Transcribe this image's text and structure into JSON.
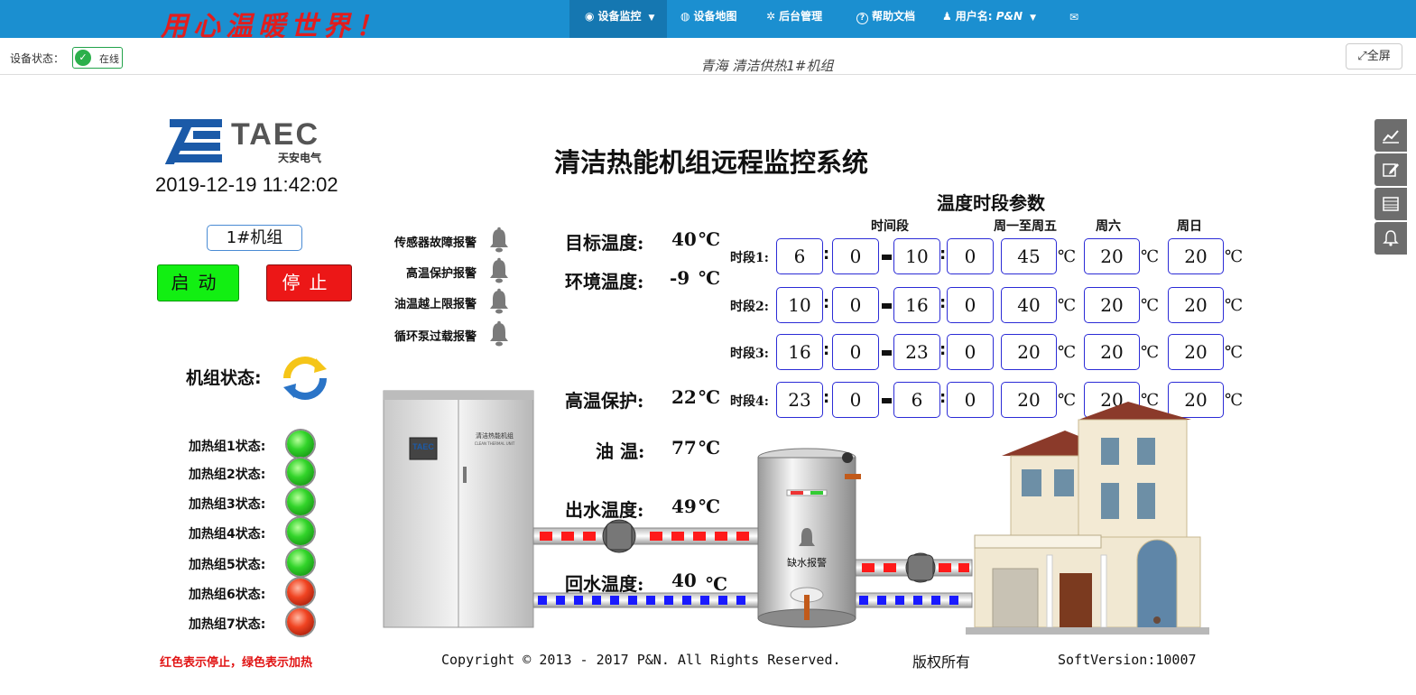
{
  "nav": {
    "slogan": "用心温暖世界！",
    "items": [
      {
        "icon": "monitor-icon",
        "glyph": "◉",
        "label": "设备监控",
        "caret": "▼"
      },
      {
        "icon": "globe-icon",
        "glyph": "◍",
        "label": "设备地图"
      },
      {
        "icon": "cogs-icon",
        "glyph": "✲",
        "label": "后台管理"
      },
      {
        "icon": "help-icon",
        "glyph": "?",
        "label": "帮助文档"
      },
      {
        "icon": "user-icon",
        "glyph": "♟",
        "label": "用户名: ",
        "user": "P&N",
        "caret": "▼"
      },
      {
        "icon": "envelope-icon",
        "glyph": "✉",
        "label": ""
      }
    ]
  },
  "status": {
    "label": "设备状态：",
    "badge": "在线",
    "color": "#2bb04b"
  },
  "subtitle": "青海 清洁供热1#机组",
  "fullscreen": "全屏",
  "side_tools": [
    "chart-icon",
    "edit-icon",
    "list-icon",
    "bell-icon"
  ],
  "brand": {
    "name": "TAEC",
    "cn": "天安电气"
  },
  "datetime": "2019-12-19 11:42:02",
  "unit_name": "1#机组",
  "controls": {
    "start": "启动",
    "stop": "停止"
  },
  "unit_state_label": "机组状态:",
  "heating_groups": [
    {
      "label": "加热组1状态:",
      "state": "green"
    },
    {
      "label": "加热组2状态:",
      "state": "green"
    },
    {
      "label": "加热组3状态:",
      "state": "green"
    },
    {
      "label": "加热组4状态:",
      "state": "green"
    },
    {
      "label": "加热组5状态:",
      "state": "green"
    },
    {
      "label": "加热组6状态:",
      "state": "red"
    },
    {
      "label": "加热组7状态:",
      "state": "red"
    }
  ],
  "legend_note": "红色表示停止，绿色表示加热",
  "alarms": [
    "传感器故障报警",
    "高温保护报警",
    "油温越上限报警",
    "循环泵过载报警"
  ],
  "title": "清洁热能机组远程监控系统",
  "params": {
    "target": {
      "label": "目标温度:",
      "value": "40",
      "unit": "℃"
    },
    "ambient": {
      "label": "环境温度:",
      "value": "-9",
      "unit": "℃"
    },
    "high_protect": {
      "label": "高温保护:",
      "value": "22",
      "unit": "℃"
    },
    "oil": {
      "label": "油 温:",
      "value": "77",
      "unit": "℃"
    },
    "outlet": {
      "label": "出水温度:",
      "value": "49",
      "unit": "℃"
    },
    "return": {
      "label": "回水温度:",
      "value": "40",
      "unit": "℃"
    }
  },
  "schedule": {
    "title": "温度时段参数",
    "headers": {
      "time": "时间段",
      "weekday": "周一至周五",
      "sat": "周六",
      "sun": "周日"
    },
    "unit": "℃",
    "rows": [
      {
        "label": "时段1:",
        "sh": "6",
        "sm": "0",
        "eh": "10",
        "em": "0",
        "wd": "45",
        "sat": "20",
        "sun": "20"
      },
      {
        "label": "时段2:",
        "sh": "10",
        "sm": "0",
        "eh": "16",
        "em": "0",
        "wd": "40",
        "sat": "20",
        "sun": "20"
      },
      {
        "label": "时段3:",
        "sh": "16",
        "sm": "0",
        "eh": "23",
        "em": "0",
        "wd": "20",
        "sat": "20",
        "sun": "20"
      },
      {
        "label": "时段4:",
        "sh": "23",
        "sm": "0",
        "eh": "6",
        "em": "0",
        "wd": "20",
        "sat": "20",
        "sun": "20"
      }
    ]
  },
  "cabinet": {
    "brand": "TAEC",
    "label": "清洁热能机组",
    "sub": "CLEAN THERMAL UNIT"
  },
  "tank": {
    "alarm": "缺水报警"
  },
  "footer": {
    "copyright": "Copyright © 2013 - 2017 P&N. All Rights Reserved.",
    "rights": "版权所有",
    "version": "SoftVersion:10007"
  }
}
